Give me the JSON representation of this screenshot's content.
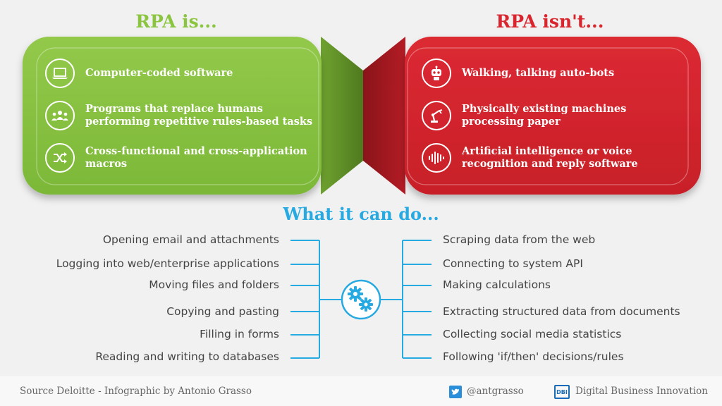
{
  "is_section": {
    "title": "RPA is...",
    "color": "#8bc53f",
    "items": [
      {
        "icon": "laptop-icon",
        "text": "Computer-coded software"
      },
      {
        "icon": "people-group-icon",
        "text": "Programs that replace humans\nperforming repetitive rules-based tasks"
      },
      {
        "icon": "shuffle-icon",
        "text": "Cross-functional and cross-application\nmacros"
      }
    ]
  },
  "isnt_section": {
    "title": "RPA isn't...",
    "color": "#d9262e",
    "items": [
      {
        "icon": "robot-icon",
        "text": "Walking, talking auto-bots"
      },
      {
        "icon": "robotic-arm-icon",
        "text": "Physically existing machines\nprocessing paper"
      },
      {
        "icon": "sound-wave-icon",
        "text": "Artificial intelligence or voice\nrecognition and reply software"
      }
    ]
  },
  "what_section": {
    "title": "What it can do...",
    "color": "#27a9e1",
    "left_tasks": [
      "Opening email and attachments",
      "Logging into web/enterprise applications",
      "Moving files and folders",
      "Copying and pasting",
      "Filling in forms",
      "Reading and writing to databases"
    ],
    "right_tasks": [
      "Scraping data from the web",
      "Connecting to system API",
      "Making calculations",
      "Extracting structured data from documents",
      "Collecting social media statistics",
      "Following 'if/then' decisions/rules"
    ]
  },
  "footer": {
    "source": "Source Deloitte - Infographic by Antonio Grasso",
    "twitter_handle": "@antgrasso",
    "brand": "Digital Business Innovation",
    "brand_logo_text": "DBI"
  }
}
